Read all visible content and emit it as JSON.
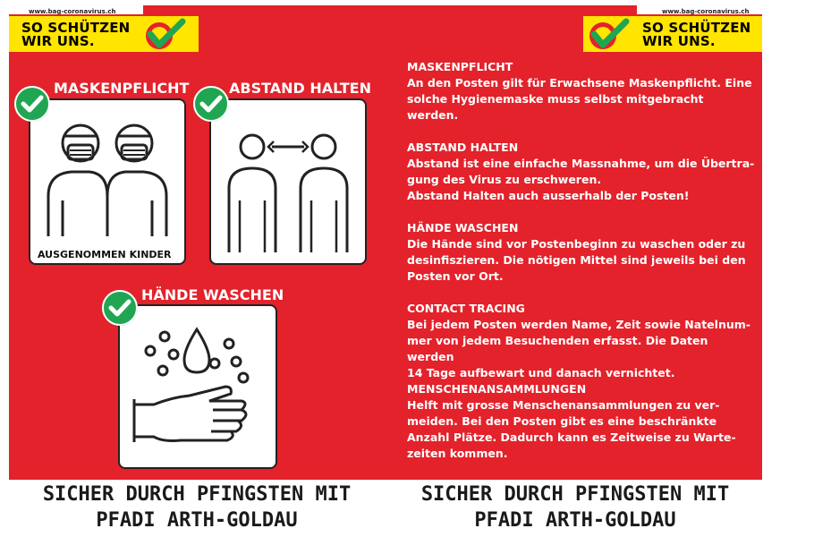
{
  "url": "www.bag-coronavirus.ch",
  "brand": {
    "line1": "SO SCHÜTZEN",
    "line2": "WIR UNS."
  },
  "tiles": {
    "mask": {
      "title": "MASKENPFLICHT",
      "footer": "AUSGENOMMEN KINDER"
    },
    "distance": {
      "title": "ABSTAND HALTEN"
    },
    "wash": {
      "title": "HÄNDE WASCHEN"
    }
  },
  "info": [
    {
      "heading": "MASKENPFLICHT",
      "lines": [
        "An den Posten gilt für Erwachsene Maskenpflicht. Eine",
        "solche Hygienemaske muss selbst mitgebracht",
        "werden."
      ]
    },
    {
      "heading": "ABSTAND HALTEN",
      "lines": [
        "Abstand ist eine einfache Massnahme, um die Übertra-",
        "gung des Virus zu erschweren.",
        "Abstand Halten auch ausserhalb der Posten!"
      ]
    },
    {
      "heading": "HÄNDE WASCHEN",
      "lines": [
        "Die Hände sind vor Postenbeginn zu waschen oder zu",
        "desinfiszieren. Die nötigen Mittel sind jeweils bei den",
        "Posten vor Ort."
      ]
    },
    {
      "heading": "CONTACT TRACING",
      "lines": [
        "Bei jedem Posten werden Name, Zeit sowie Natelnum-",
        "mer von jedem Besuchenden erfasst. Die Daten werden",
        "14 Tage aufbewart und danach vernichtet."
      ]
    },
    {
      "heading": "MENSCHENANSAMMLUNGEN",
      "lines": [
        "Helft mit grosse Menschenansammlungen zu ver-",
        "meiden. Bei den Posten gibt es eine beschränkte",
        "Anzahl Plätze. Dadurch kann es Zeitweise zu Warte-",
        "zeiten kommen."
      ]
    }
  ],
  "footer": {
    "line1": "SICHER DURCH PFINGSTEN MIT",
    "line2": "PFADI ARTH-GOLDAU"
  },
  "colors": {
    "red": "#e3222b",
    "yellow": "#ffe500",
    "green": "#20a652"
  }
}
